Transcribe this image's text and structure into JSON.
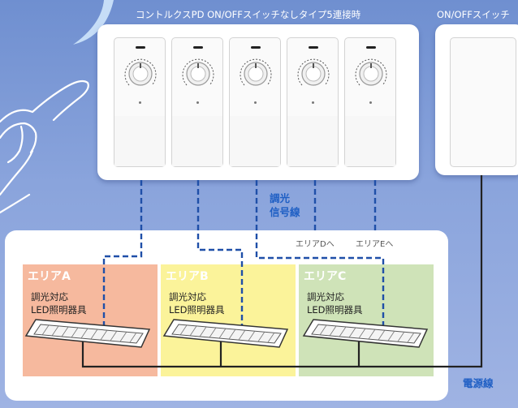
{
  "captions": {
    "top_left": "コントルクスPD ON/OFFスイッチなしタイプ5連接時",
    "top_right": "ON/OFFスイッチ"
  },
  "labels": {
    "signal_line_1": "調光",
    "signal_line_2": "信号線",
    "to_area_d": "エリアDへ",
    "to_area_e": "エリアEへ",
    "power_line": "電源線"
  },
  "areas": [
    {
      "title": "エリアA",
      "desc_1": "調光対応",
      "desc_2": "LED照明器具",
      "color": "#f6b99e",
      "title_color": "#d98a6a"
    },
    {
      "title": "エリアB",
      "desc_1": "調光対応",
      "desc_2": "LED照明器具",
      "color": "#fbf39a",
      "title_color": "#d9c94a"
    },
    {
      "title": "エリアC",
      "desc_1": "調光対応",
      "desc_2": "LED照明器具",
      "color": "#cfe3b8",
      "title_color": "#8fb676"
    }
  ],
  "colors": {
    "signal_line": "#1f4fa8",
    "power_line": "#222222",
    "background": "#7e9ad8"
  },
  "dimmer_module_count": 5
}
